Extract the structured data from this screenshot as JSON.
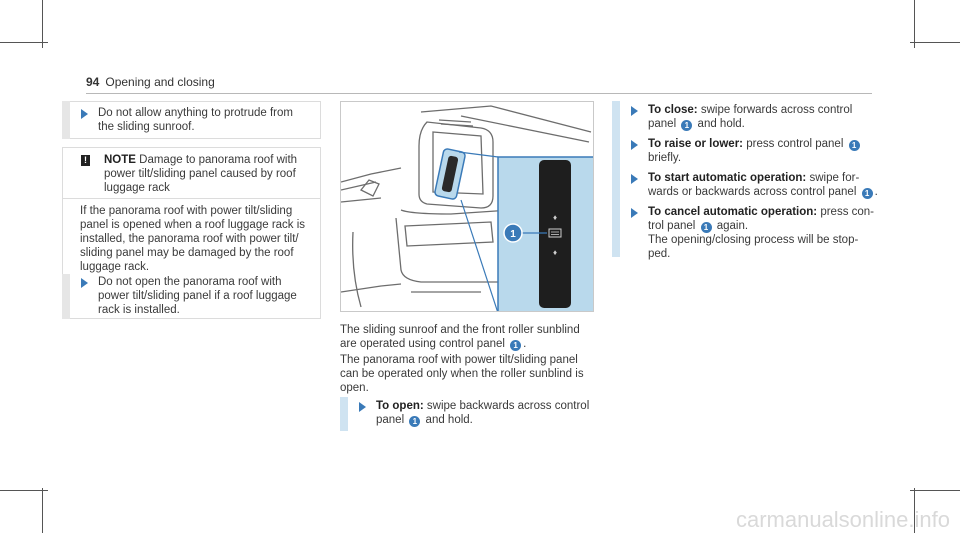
{
  "header": {
    "page_number": "94",
    "section": "Opening and closing"
  },
  "left": {
    "note1": [
      "Do not allow anything to protrude from",
      "the sliding sunroof."
    ],
    "notice": {
      "title": "NOTE",
      "title_text": "Damage to panorama roof with",
      "title_lines": [
        "power tilt/sliding panel caused by roof",
        "luggage rack"
      ],
      "body": [
        "If the panorama roof with power tilt/sliding",
        "panel is opened when a roof luggage rack is",
        "installed, the panorama roof with power tilt/",
        "sliding panel may be damaged by the roof",
        "luggage rack."
      ],
      "action": [
        "Do not open the panorama roof with",
        "power tilt/sliding panel if a roof luggage",
        "rack is installed."
      ]
    }
  },
  "middle": {
    "figure_callout": "1",
    "para1_a": "The sliding sunroof and the front roller sunblind",
    "para1_b": "are operated using control panel",
    "para2": [
      "The panorama roof with power tilt/sliding panel",
      "can be operated only when the roller sunblind is",
      "open."
    ],
    "open_label": "To open:",
    "open_text": "swipe backwards across control",
    "open_text2": "panel",
    "open_text3": "and hold."
  },
  "right": {
    "close_label": "To close:",
    "close_text": "swipe forwards across control",
    "close_text2": "panel",
    "close_text3": "and hold.",
    "raise_label": "To raise or lower:",
    "raise_text": "press control panel",
    "raise_text2": "briefly.",
    "start_label": "To start automatic operation:",
    "start_text": "swipe for-",
    "start_text2": "wards or backwards across control panel",
    "cancel_label": "To cancel automatic operation:",
    "cancel_text": "press con-",
    "cancel_text2": "trol panel",
    "cancel_text3": "again.",
    "cancel_lines": [
      "The opening/closing process will be stop-",
      "ped."
    ]
  },
  "marker": "1",
  "footer": {
    "watermark": "carmanualsonline.info"
  },
  "colors": {
    "accent": "#3a7ab8",
    "panel_bg": "#b9d9ec"
  }
}
